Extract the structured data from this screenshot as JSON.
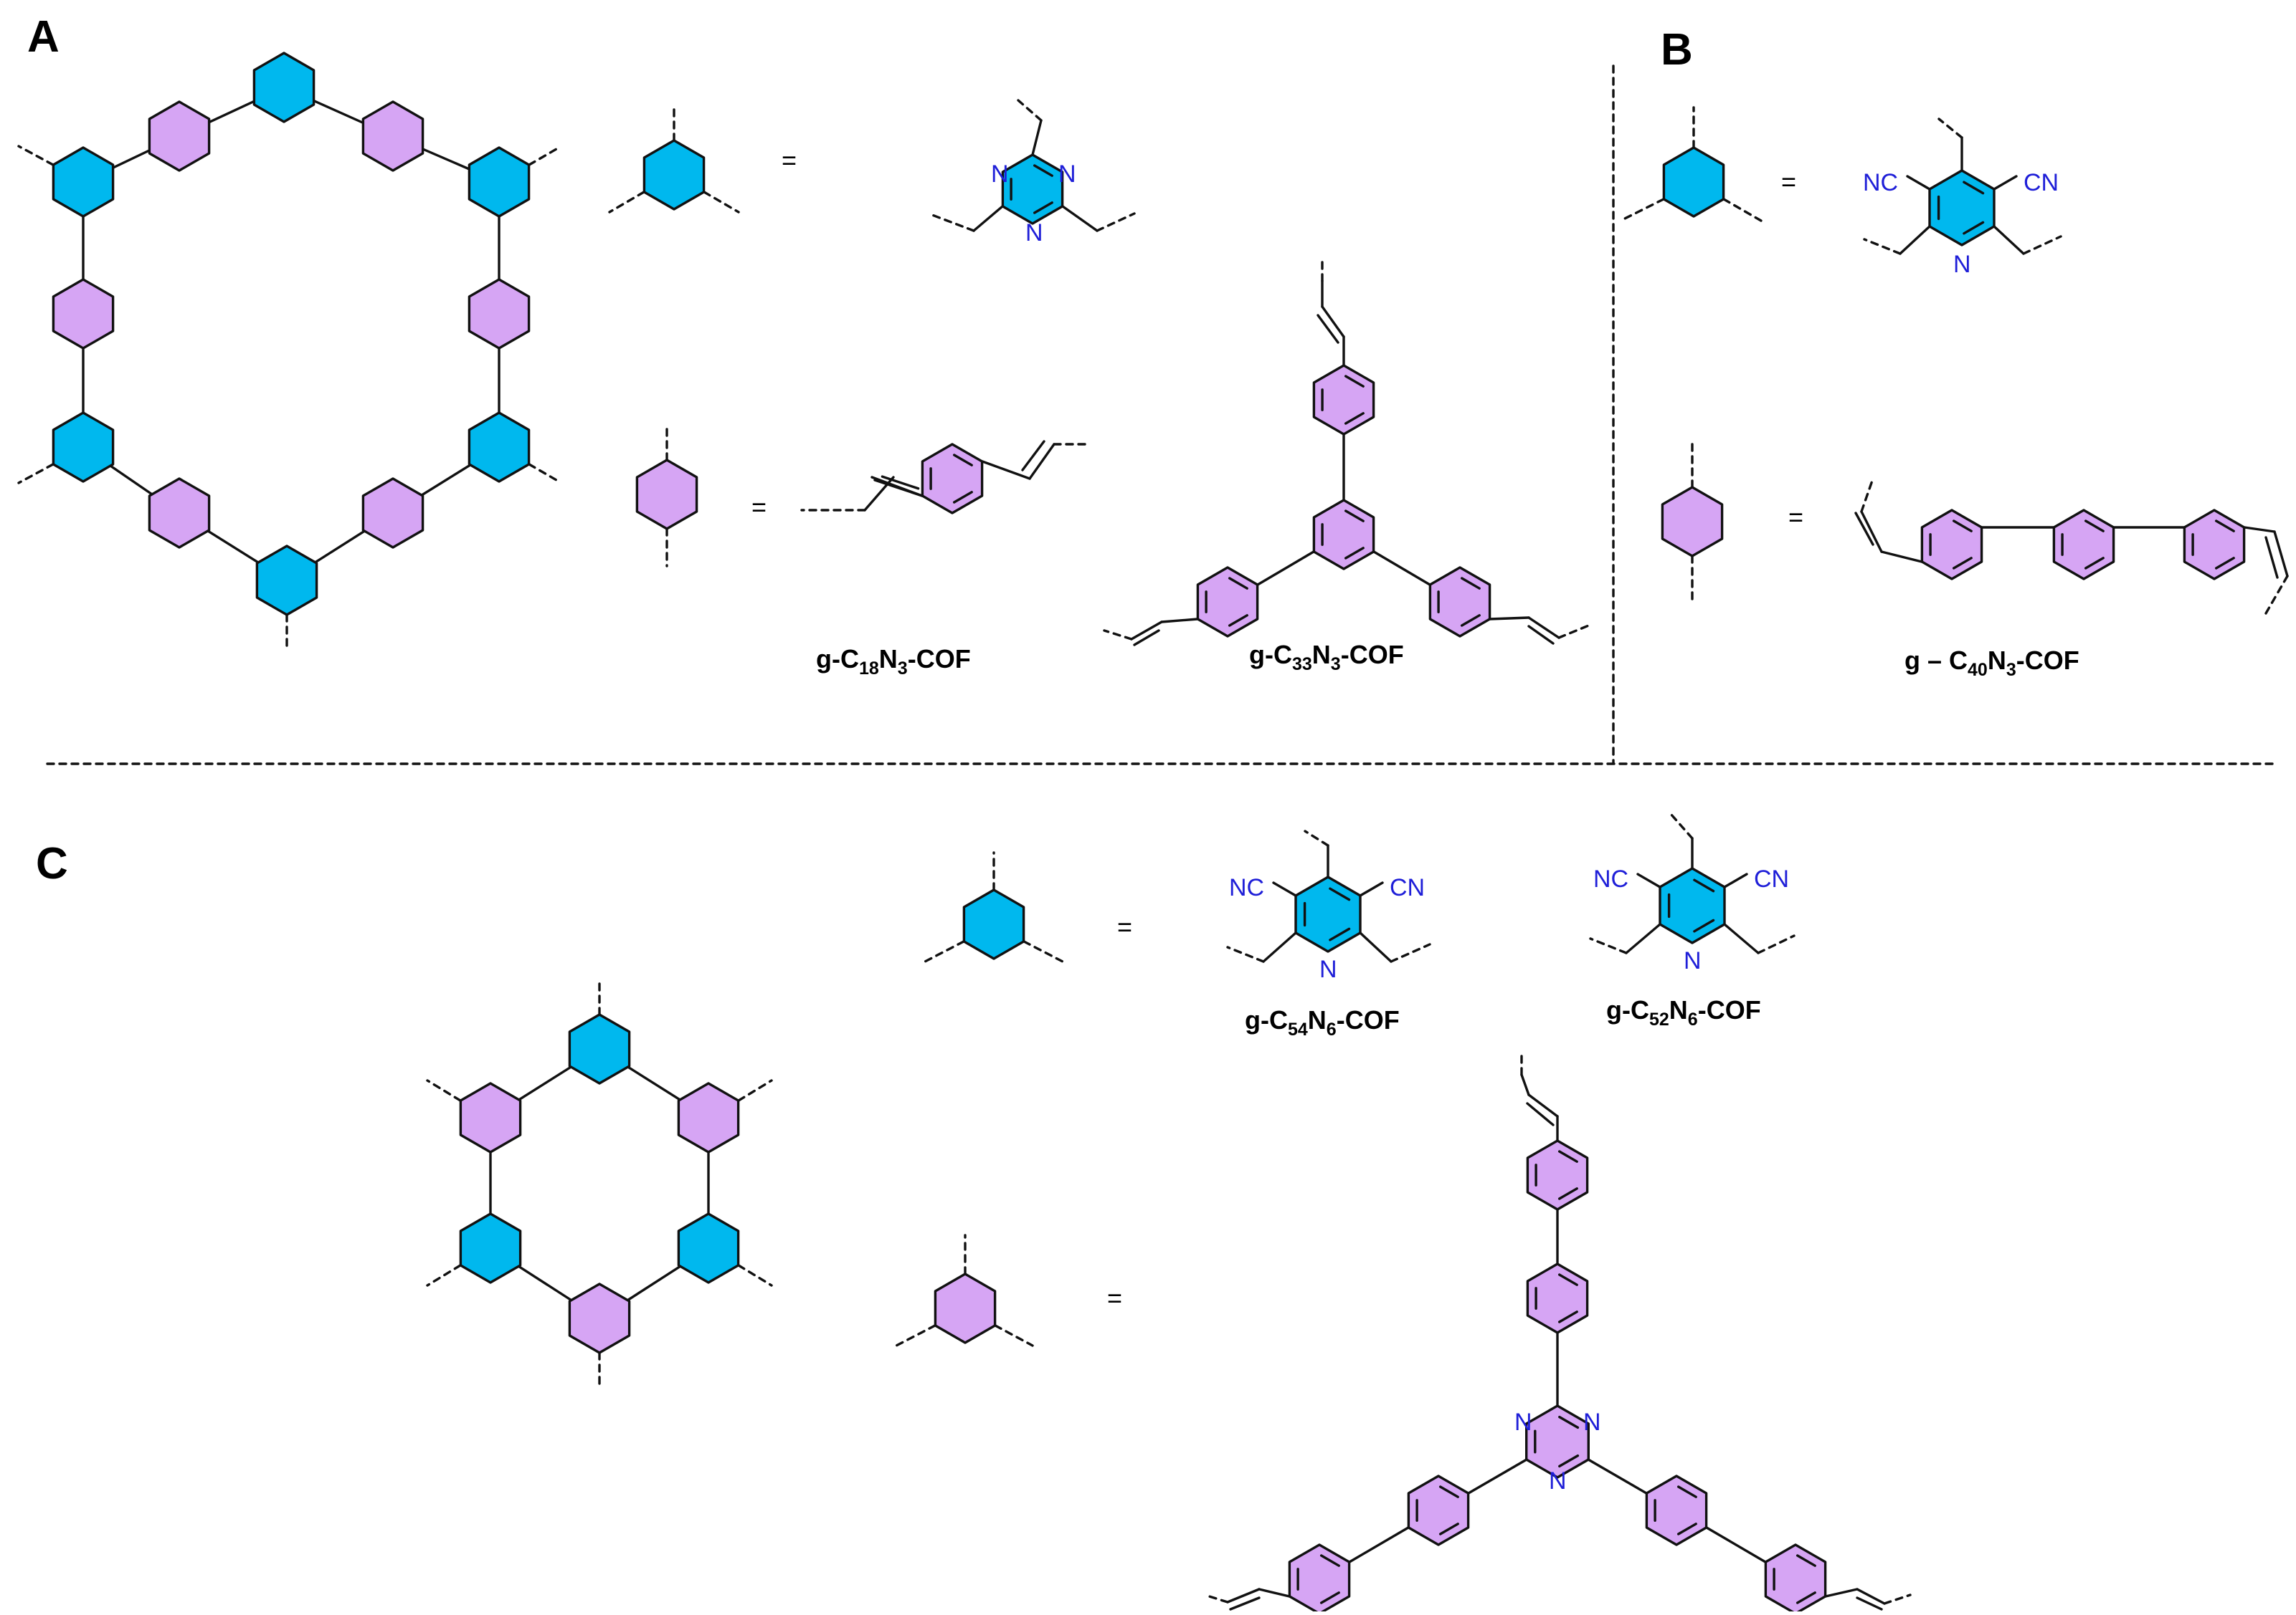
{
  "colors": {
    "node_fill": "#00b8ee",
    "linker_fill": "#d6a5f4",
    "stroke": "#111111",
    "heteroatom": "#1f1fd8"
  },
  "panels": {
    "a": {
      "letter": "A",
      "equals": "=",
      "cof_1": {
        "prefix": "g-C",
        "c_sub": "18",
        "n": "N",
        "n_sub": "3",
        "suffix": "-COF"
      },
      "cof_2": {
        "prefix": "g-C",
        "c_sub": "33",
        "n": "N",
        "n_sub": "3",
        "suffix": "-COF"
      },
      "triazine_atom": "N"
    },
    "b": {
      "letter": "B",
      "equals": "=",
      "cof_1": {
        "prefix": "g – C",
        "c_sub": "40",
        "n": "N",
        "n_sub": "3",
        "suffix": "-COF"
      },
      "nitrile": "CN",
      "nitrile_left": "NC",
      "pyridine_atom": "N"
    },
    "c": {
      "letter": "C",
      "equals": "=",
      "cof_1": {
        "prefix": "g-C",
        "c_sub": "54",
        "n": "N",
        "n_sub": "6",
        "suffix": "-COF"
      },
      "cof_2": {
        "prefix": "g-C",
        "c_sub": "52",
        "n": "N",
        "n_sub": "6",
        "suffix": "-COF"
      },
      "nitrile": "CN",
      "nitrile_left": "NC",
      "pyridine_atom": "N",
      "triazine_atom": "N"
    }
  }
}
